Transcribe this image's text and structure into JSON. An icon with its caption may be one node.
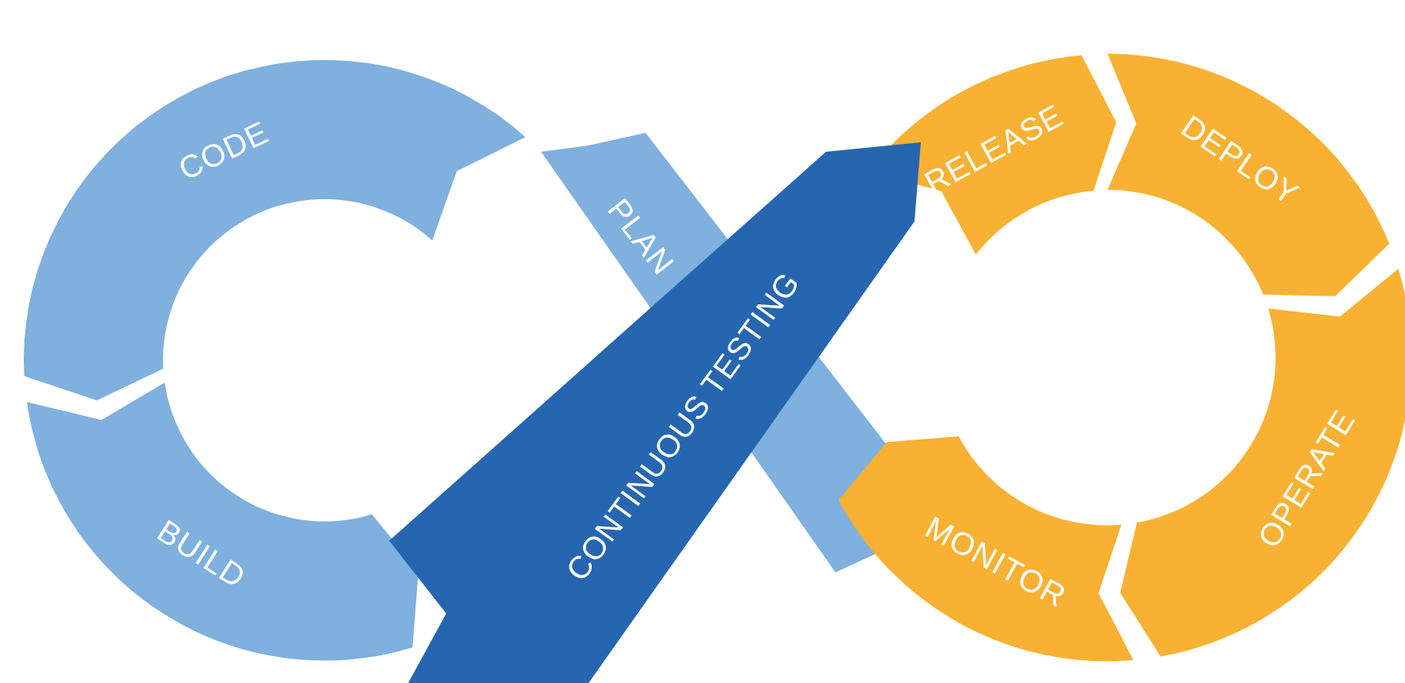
{
  "diagram": {
    "nodes": [
      {
        "text": [
          "PLAN"
        ]
      },
      {
        "text": [
          "CODE"
        ]
      },
      {
        "text": [
          "BUILD"
        ]
      },
      {
        "text": [
          "CONTINUOUS TESTING"
        ]
      },
      {
        "text": [
          "RELEASE"
        ]
      },
      {
        "text": [
          "DEPLOY"
        ]
      },
      {
        "text": [
          "OPERATE"
        ]
      },
      {
        "text": [
          "MONITOR"
        ]
      }
    ]
  }
}
